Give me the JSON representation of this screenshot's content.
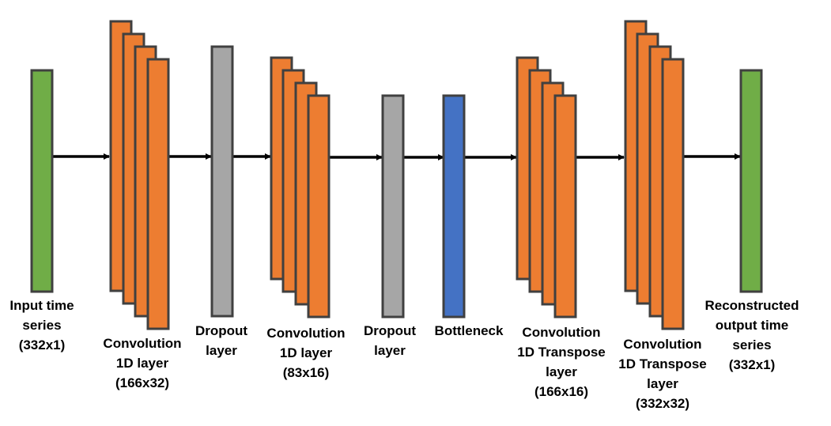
{
  "colors": {
    "input_output": "#70ad47",
    "convolution": "#ed7d31",
    "dropout": "#a6a6a6",
    "bottleneck": "#4472c4",
    "outline": "#404040",
    "arrow": "#000000"
  },
  "layers": {
    "input": {
      "type": "input-time-series",
      "lines": [
        "Input time",
        "series",
        "(332x1)"
      ]
    },
    "conv1": {
      "type": "convolution",
      "lines": [
        "Convolution",
        "1D layer",
        "(166x32)"
      ]
    },
    "dropout1": {
      "type": "dropout",
      "lines": [
        "Dropout",
        "layer"
      ]
    },
    "conv2": {
      "type": "convolution",
      "lines": [
        "Convolution",
        "1D layer",
        "(83x16)"
      ]
    },
    "dropout2": {
      "type": "dropout",
      "lines": [
        "Dropout",
        "layer"
      ]
    },
    "bottleneck": {
      "type": "bottleneck",
      "lines": [
        "Bottleneck"
      ]
    },
    "convT1": {
      "type": "convolution-transpose",
      "lines": [
        "Convolution",
        "1D Transpose",
        "layer",
        "(166x16)"
      ]
    },
    "convT2": {
      "type": "convolution-transpose",
      "lines": [
        "Convolution",
        "1D Transpose",
        "layer",
        "(332x32)"
      ]
    },
    "output": {
      "type": "output-time-series",
      "lines": [
        "Reconstructed",
        "output time",
        "series",
        "(332x1)"
      ]
    }
  },
  "connections": [
    [
      "input",
      "conv1"
    ],
    [
      "conv1",
      "dropout1"
    ],
    [
      "dropout1",
      "conv2"
    ],
    [
      "conv2",
      "dropout2"
    ],
    [
      "dropout2",
      "bottleneck"
    ],
    [
      "bottleneck",
      "convT1"
    ],
    [
      "convT1",
      "convT2"
    ],
    [
      "convT2",
      "output"
    ]
  ]
}
